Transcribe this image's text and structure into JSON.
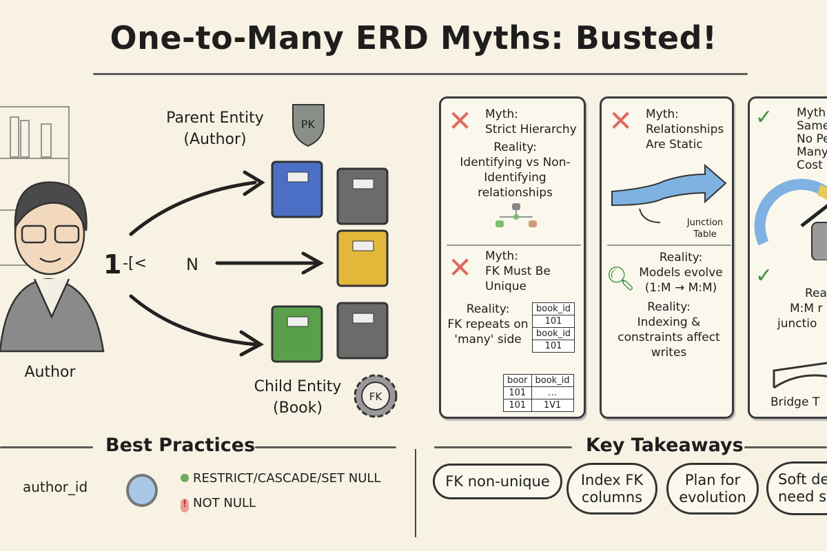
{
  "title": "One-to-Many ERD Myths: Busted!",
  "left": {
    "author_label": "Author",
    "parent_entity": {
      "line1": "Parent Entity",
      "line2": "(Author)",
      "badge": "PK"
    },
    "cardinality": {
      "one": "1",
      "many": "N"
    },
    "child_entity": {
      "line1": "Child Entity",
      "line2": "(Book)",
      "badge": "FK"
    },
    "book_colors": [
      "#4a6fc4",
      "#6b6b6b",
      "#e3b83a",
      "#5aa04a",
      "#6b6b6b"
    ]
  },
  "cards": [
    {
      "sections": [
        {
          "myth_label": "Myth:",
          "myth": "Strict Hierarchy",
          "reality_label": "Reality:",
          "reality": "Identifying vs Non-Identifying relationships"
        },
        {
          "myth_label": "Myth:",
          "myth": "FK Must Be Unique",
          "reality_label": "Reality:",
          "reality": "FK repeats on 'many' side",
          "table1": [
            "book_id",
            "101",
            "book_id",
            "101"
          ],
          "table2": {
            "headers": [
              "boor",
              "book_id"
            ],
            "rows": [
              [
                "101",
                "…"
              ],
              [
                "101",
                "1V1"
              ]
            ]
          }
        }
      ]
    },
    {
      "myth_label": "Myth:",
      "myth": "Relationships Are Static",
      "junction": "Junction Table",
      "reality1_label": "Reality:",
      "reality1": "Models evolve (1:M → M:M)",
      "reality2_label": "Reality:",
      "reality2": "Indexing & constraints affect writes"
    },
    {
      "myth_label": "Myth:",
      "myth_lines": [
        "Same",
        "No Pe",
        "Many-",
        "Cost"
      ],
      "reality_lines": [
        "Rea",
        "M:M r",
        "junctio"
      ],
      "bridge": "Bridge T"
    }
  ],
  "best_practices": {
    "heading": "Best Practices",
    "field": "author_id",
    "items": [
      {
        "icon": "green-dot-icon",
        "text": "RESTRICT/CASCADE/SET NULL",
        "color": "#6aab5e"
      },
      {
        "icon": "warning-icon",
        "text": "NOT NULL",
        "color": "#e06a60"
      }
    ]
  },
  "key_takeaways": {
    "heading": "Key Takeaways",
    "items": [
      "FK non-unique",
      "Index FK columns",
      "Plan for evolution",
      "Soft de need str"
    ]
  },
  "colors": {
    "background": "#f7f2e3",
    "cross": "#e06a60",
    "check": "#3f8f3a",
    "arrow": "#6fa8dc"
  }
}
